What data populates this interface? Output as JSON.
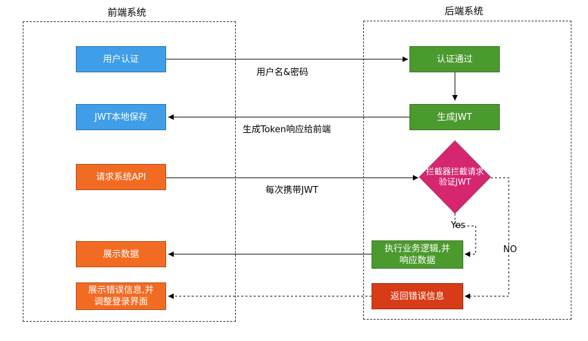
{
  "sections": {
    "frontend_title": "前端系统",
    "backend_title": "后端系统"
  },
  "frontend": {
    "user_auth": "用户认证",
    "jwt_store": "JWT本地保存",
    "request_api": "请求系统API",
    "show_data": "展示数据",
    "show_error_line1": "展示错误信息,并",
    "show_error_line2": "调整登录界面"
  },
  "backend": {
    "auth_pass": "认证通过",
    "gen_jwt": "生成JWT",
    "interceptor_line1": "拦截器拦截请求",
    "interceptor_line2": "验证JWT",
    "exec_line1": "执行业务逻辑,并",
    "exec_line2": "响应数据",
    "return_error": "返回错误信息"
  },
  "edges": {
    "username_password": "用户名&密码",
    "gen_token_response": "生成Token响应给前端",
    "carry_jwt": "每次携带JWT",
    "yes": "Yes",
    "no": "NO"
  },
  "colors": {
    "blue": "#3f9ee7",
    "orange": "#f26b23",
    "green": "#4b9a2e",
    "red": "#d83b17",
    "magenta": "#d6266f"
  }
}
